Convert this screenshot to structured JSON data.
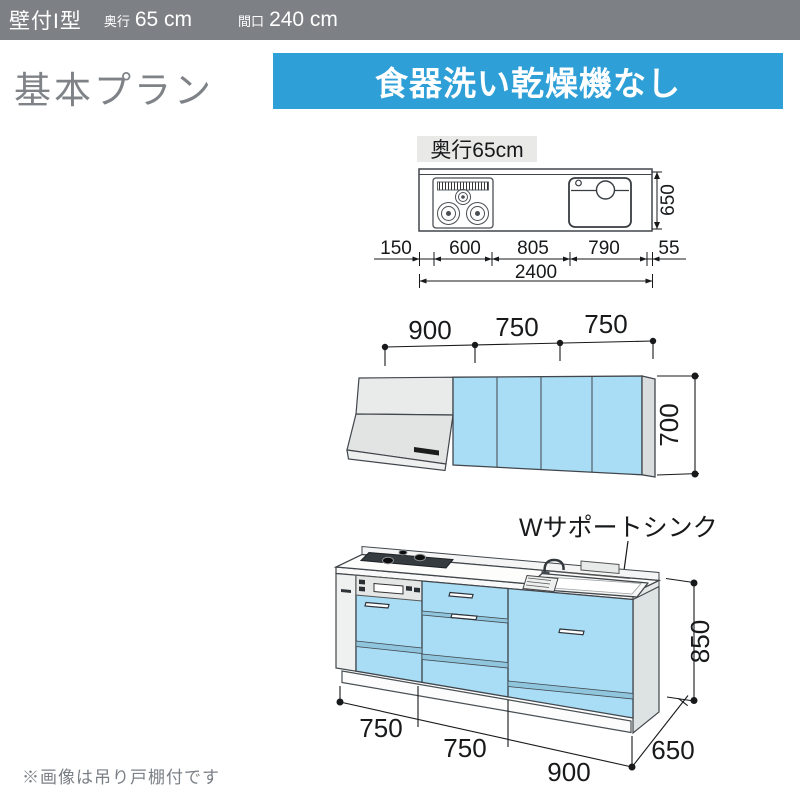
{
  "header": {
    "type": "壁付I型",
    "depth_label": "奥行",
    "depth_value": "65 cm",
    "span_label": "間口",
    "span_value": "240 cm"
  },
  "title": "基本プラン",
  "banner": "食器洗い乾燥機なし",
  "plan": {
    "depth_tag": "奥行65cm",
    "dims": [
      "150",
      "600",
      "805",
      "790",
      "55"
    ],
    "total": "2400",
    "depth": "650"
  },
  "wall": {
    "dims": [
      "900",
      "750",
      "750"
    ],
    "height": "700"
  },
  "base": {
    "sink_label": "Wサポートシンク",
    "dims": [
      "750",
      "750",
      "900"
    ],
    "depth": "650",
    "height": "850"
  },
  "note": "※画像は吊り戸棚付です",
  "colors": {
    "header_gray": "#7d8185",
    "banner_blue": "#2e9fd7",
    "cabinet_blue": "#a9dcf5"
  }
}
